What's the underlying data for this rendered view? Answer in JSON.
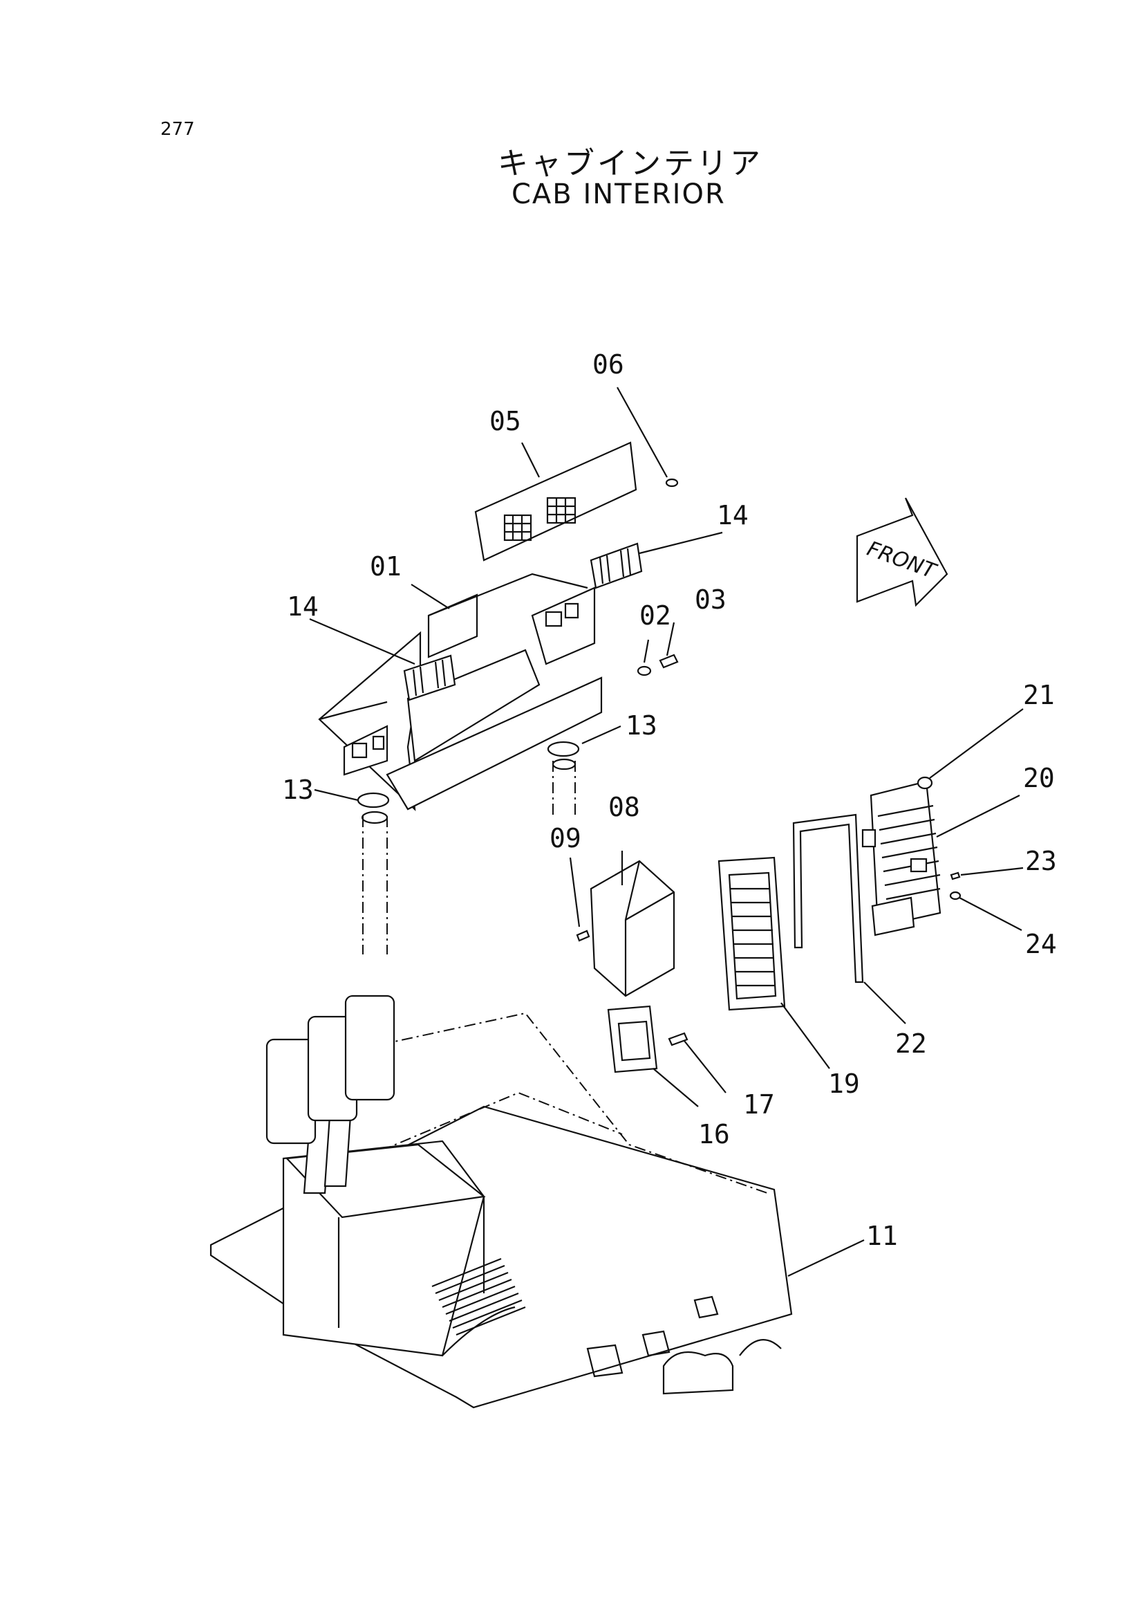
{
  "page_number": "277",
  "title_jp": "キャブインテリア",
  "title_en": "CAB INTERIOR",
  "front_label": "FRONT",
  "callouts": {
    "c01": "01",
    "c02": "02",
    "c03": "03",
    "c05": "05",
    "c06": "06",
    "c08": "08",
    "c09": "09",
    "c11": "11",
    "c13a": "13",
    "c13b": "13",
    "c14a": "14",
    "c14b": "14",
    "c16": "16",
    "c17": "17",
    "c19": "19",
    "c20": "20",
    "c21": "21",
    "c22": "22",
    "c23": "23",
    "c24": "24"
  }
}
